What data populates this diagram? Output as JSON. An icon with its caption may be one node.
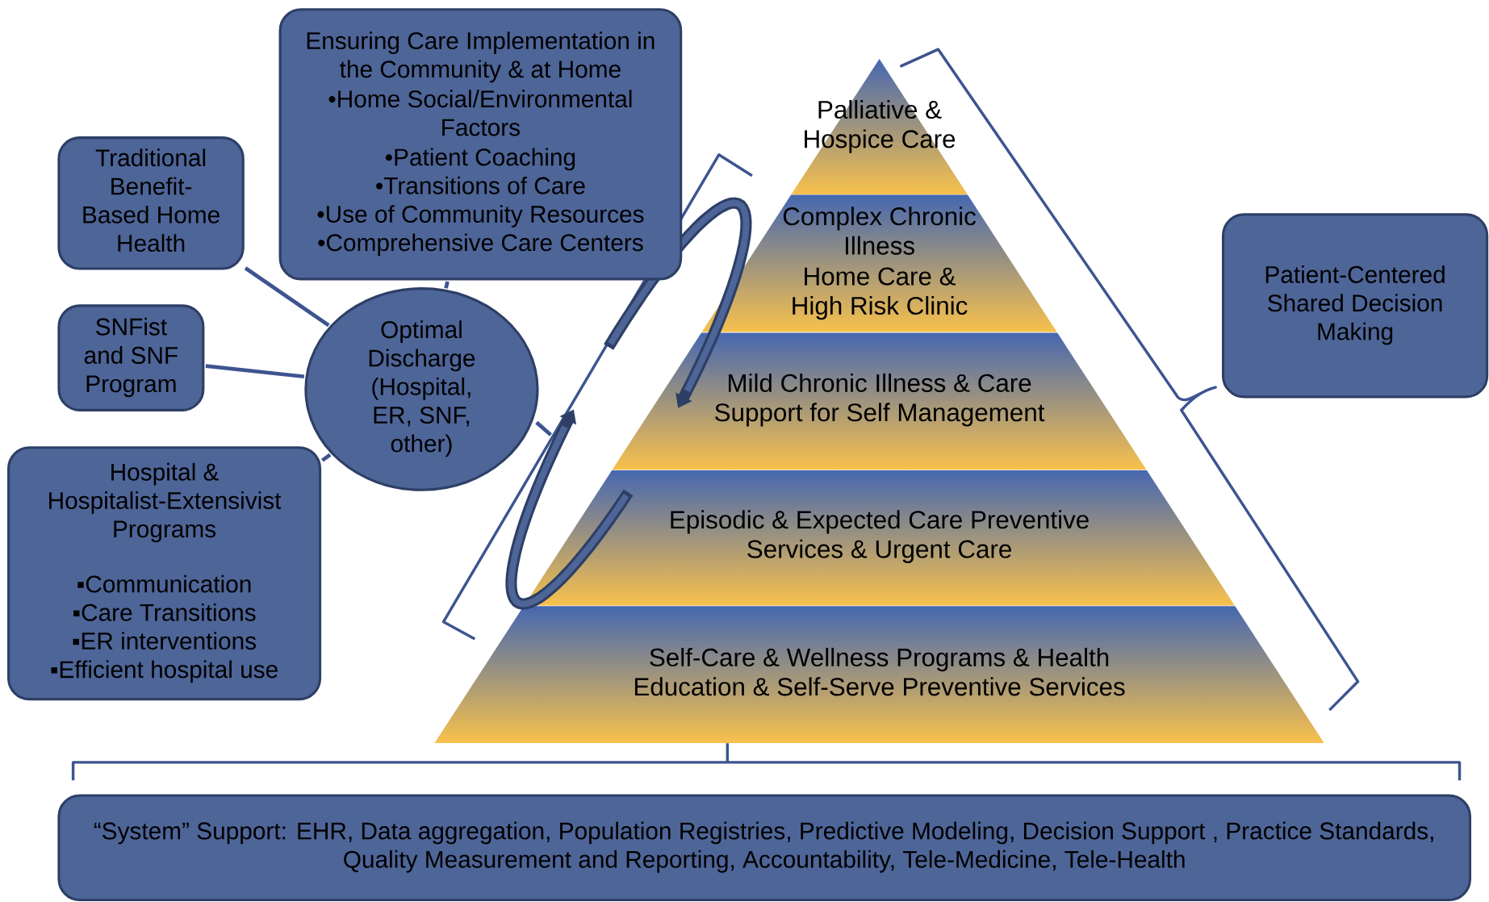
{
  "diagram": {
    "nodes": [
      {
        "text": [
          "Traditional Benefit-Based Home Health"
        ]
      },
      {
        "text": [
          "Ensuring Care Implementation in the Community & at Home",
          "•Home Social/Environmental Factors",
          "•Patient Coaching",
          "•Transitions of Care",
          "•Use of Community Resources",
          "•Comprehensive Care Centers"
        ]
      },
      {
        "text": [
          "SNFist and SNF Program"
        ]
      },
      {
        "text": [
          "Optimal Discharge (Hospital, ER, SNF, other)"
        ]
      },
      {
        "text": [
          "Hospital & Hospitalist-Extensivist Programs",
          "▪Communication",
          "▪Care Transitions",
          "▪ER interventions",
          "▪Efficient  hospital use"
        ]
      },
      {
        "text": [
          "Patient-Centered Shared Decision Making"
        ]
      },
      {
        "text": [
          "Palliative & Hospice Care"
        ]
      },
      {
        "text": [
          "Complex Chronic Illness",
          "Home Care & High Risk Clinic"
        ]
      },
      {
        "text": [
          "Mild Chronic Illness & Care Support for Self Management"
        ]
      },
      {
        "text": [
          "Episodic & Expected Care Preventive Services & Urgent Care"
        ]
      },
      {
        "text": [
          "Self-Care & Wellness Programs & Health Education & Self-Serve Preventive Services"
        ]
      },
      {
        "text": [
          "“System” Support:  EHR, Data aggregation, Population Registries, Predictive Modeling, Decision Support , Practice Standards,  Quality Measurement and Reporting, Accountability, Tele-Medicine, Tele-Health"
        ]
      }
    ],
    "edges": [
      {
        "from": 0,
        "to": 3,
        "arrow": "none"
      },
      {
        "from": 1,
        "to": 3,
        "arrow": "none"
      },
      {
        "from": 2,
        "to": 3,
        "arrow": "none"
      },
      {
        "from": 4,
        "to": 3,
        "arrow": "none"
      }
    ]
  }
}
